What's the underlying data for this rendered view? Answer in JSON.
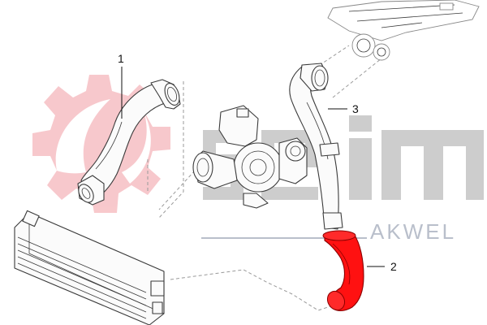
{
  "callouts": [
    {
      "number": "1"
    },
    {
      "number": "2"
    },
    {
      "number": "3"
    }
  ],
  "watermark": {
    "brand_text": "AKWEL",
    "logo_color": "#f6b8bd",
    "letters_color": "#c8c8c8"
  },
  "colors": {
    "highlight": "#ff0000",
    "outline": "#3a3a3a",
    "leader": "#111111"
  }
}
